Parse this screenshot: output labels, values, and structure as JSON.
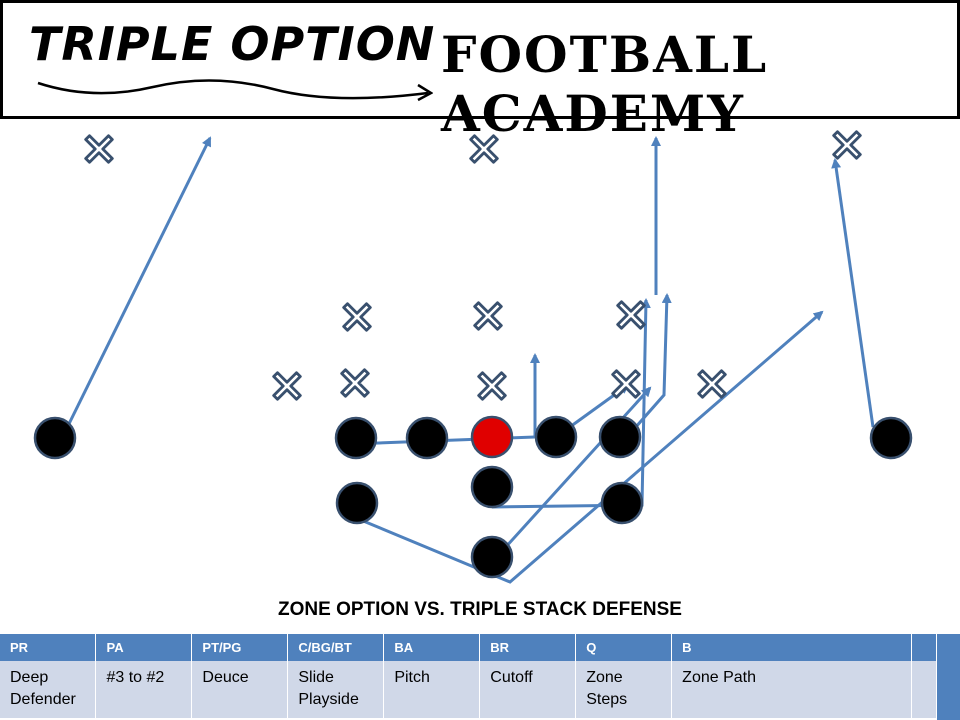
{
  "header": {
    "logo_script": "TRIPLE OPTION",
    "logo_block": "FOOTBALL ACADEMY"
  },
  "caption": "ZONE OPTION VS. TRIPLE STACK DEFENSE",
  "assignments": {
    "headers": [
      "PR",
      "PA",
      "PT/PG",
      "C/BG/BT",
      "BA",
      "BR",
      "Q",
      "B",
      ""
    ],
    "rows": [
      [
        "Deep Defender",
        "#3 to #2",
        "Deuce",
        "Slide Playside",
        "Pitch",
        "Cutoff",
        "Zone Steps",
        "Zone Path",
        ""
      ]
    ]
  },
  "colors": {
    "route": "#4f81bd",
    "player": "#000000",
    "ball_carrier": "#e00000",
    "player_outline": "#39506e",
    "header_bg": "#4f81bd",
    "cell_bg": "#d0d8e8"
  },
  "icons": {
    "defender": "x-defender-icon",
    "offense": "circle-player-icon"
  }
}
